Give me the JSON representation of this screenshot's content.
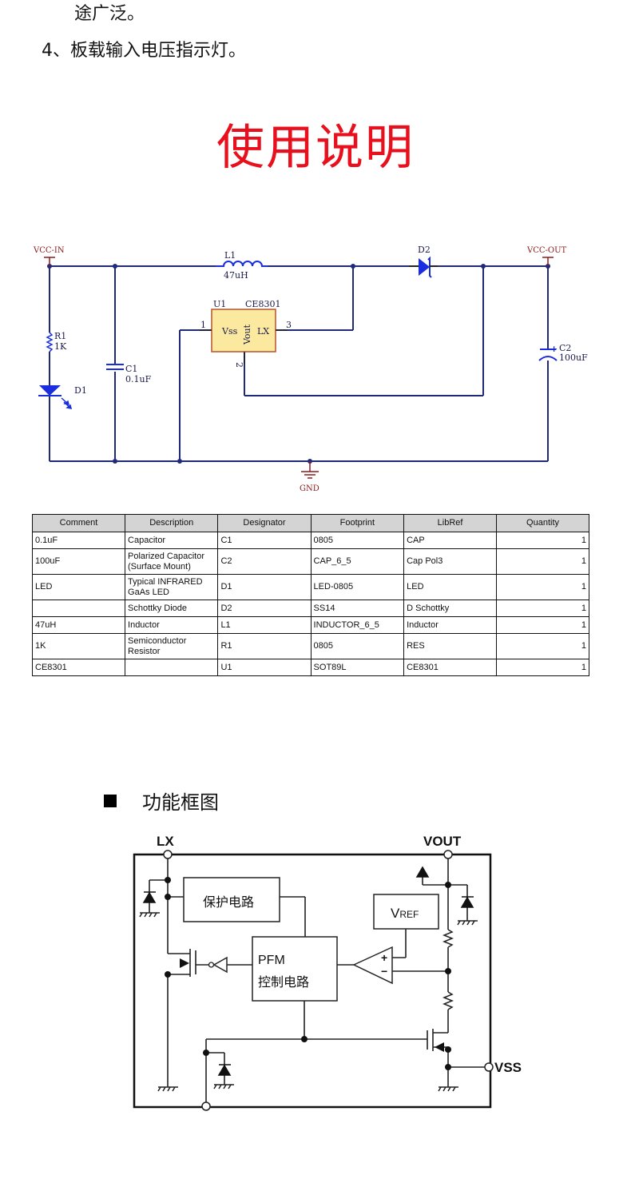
{
  "intro": {
    "line1": "途广泛。",
    "line2": "4、板载输入电压指示灯。"
  },
  "usage_title": "使用说明",
  "schematic": {
    "vcc_in": "VCC-IN",
    "vcc_out": "VCC-OUT",
    "gnd": "GND",
    "l1_ref": "L1",
    "l1_value": "47uH",
    "d2_ref": "D2",
    "u1_ref": "U1",
    "u1_part": "CE8301",
    "pin1": "1",
    "pin2": "2",
    "pin3": "3",
    "pin_vss": "Vss",
    "pin_vout": "Vout",
    "pin_lx": "LX",
    "r1_ref": "R1",
    "r1_value": "1K",
    "c1_ref": "C1",
    "c1_value": "0.1uF",
    "d1_ref": "D1",
    "c2_ref": "C2",
    "c2_value": "100uF",
    "c2_plus": "+"
  },
  "bom": {
    "headers": [
      "Comment",
      "Description",
      "Designator",
      "Footprint",
      "LibRef",
      "Quantity"
    ],
    "rows": [
      {
        "comment": "0.1uF",
        "description": "Capacitor",
        "designator": "C1",
        "footprint": "0805",
        "libref": "CAP",
        "quantity": "1"
      },
      {
        "comment": "100uF",
        "description": "Polarized Capacitor (Surface Mount)",
        "designator": "C2",
        "footprint": "CAP_6_5",
        "libref": "Cap Pol3",
        "quantity": "1"
      },
      {
        "comment": "LED",
        "description": "Typical INFRARED GaAs LED",
        "designator": "D1",
        "footprint": "LED-0805",
        "libref": "LED",
        "quantity": "1"
      },
      {
        "comment": "",
        "description": "Schottky Diode",
        "designator": "D2",
        "footprint": "SS14",
        "libref": "D Schottky",
        "quantity": "1"
      },
      {
        "comment": "47uH",
        "description": "Inductor",
        "designator": "L1",
        "footprint": "INDUCTOR_6_5",
        "libref": "Inductor",
        "quantity": "1"
      },
      {
        "comment": "1K",
        "description": "Semiconductor Resistor",
        "designator": "R1",
        "footprint": "0805",
        "libref": "RES",
        "quantity": "1"
      },
      {
        "comment": "CE8301",
        "description": "",
        "designator": "U1",
        "footprint": "SOT89L",
        "libref": "CE8301",
        "quantity": "1"
      }
    ]
  },
  "block_diagram": {
    "section_title": "功能框图",
    "pin_lx": "LX",
    "pin_vout": "VOUT",
    "pin_vss": "VSS",
    "protection_block": "保护电路",
    "vref_main": "V",
    "vref_sub": "REF",
    "pfm_line1": "PFM",
    "pfm_line2": "控制电路",
    "opamp_plus": "+",
    "opamp_minus": "−"
  },
  "colors": {
    "title_red": "#e8101c",
    "wire_blue": "#1f2a7a",
    "component_blue": "#1a2ee0",
    "net_label_red": "#8b1a1a",
    "ic_fill": "#fbe9a0",
    "ic_border": "#b5532a",
    "table_header_bg": "#d4d4d4"
  }
}
